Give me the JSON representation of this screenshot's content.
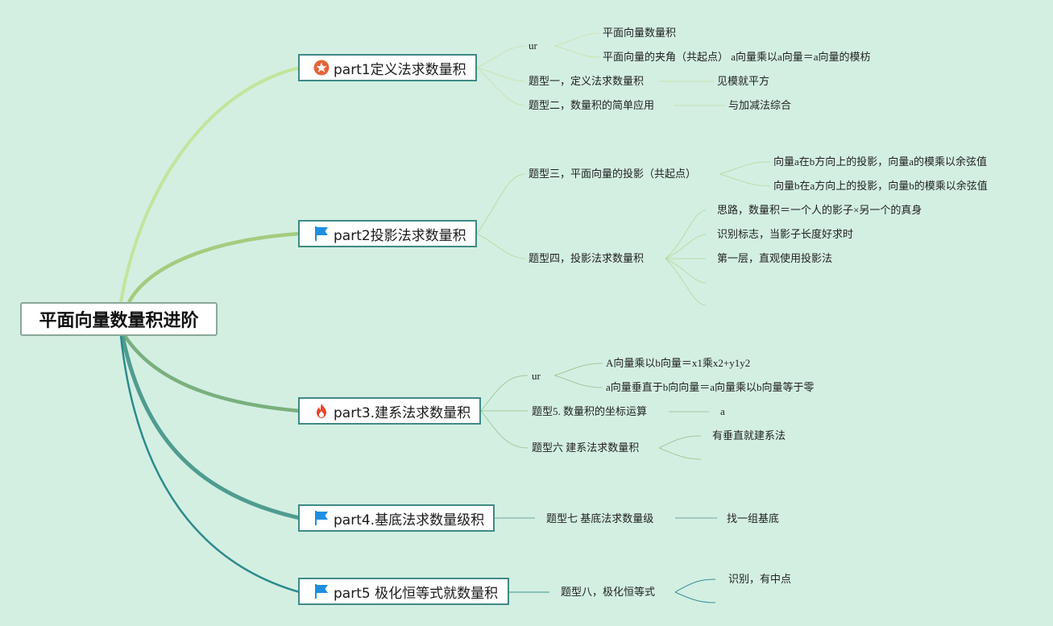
{
  "root": {
    "label": "平面向量数量积进阶"
  },
  "parts": [
    {
      "label": "part1定义法求数量积",
      "icon": "star-icon",
      "topics": [
        {
          "label": "ur",
          "children": [
            "平面向量数量积",
            "平面向量的夹角（共起点） a向量乘以a向量＝a向量的模枋"
          ]
        },
        {
          "label": "题型一，定义法求数量积",
          "children": [
            "见模就平方"
          ]
        },
        {
          "label": "题型二，数量积的简单应用",
          "children": [
            "与加减法综合"
          ]
        }
      ]
    },
    {
      "label": "part2投影法求数量积",
      "icon": "flag-icon",
      "topics": [
        {
          "label": "题型三，平面向量的投影（共起点）",
          "children": [
            "向量a在b方向上的投影，向量a的模乘以余弦值",
            "向量b在a方向上的投影，向量b的模乘以余弦值"
          ]
        },
        {
          "label": "题型四，投影法求数量积",
          "children": [
            "思路，数量积＝一个人的影子×另一个的真身",
            "识别标志，当影子长度好求时",
            "第一层，直观使用投影法",
            "",
            ""
          ]
        }
      ]
    },
    {
      "label": "part3.建系法求数量积",
      "icon": "fire-icon",
      "topics": [
        {
          "label": "ur",
          "children": [
            "A向量乘以b向量＝x1乘x2+y1y2",
            "a向量垂直于b向向量＝a向量乘以b向量等于零"
          ]
        },
        {
          "label": "题型5. 数量积的坐标运算",
          "children": [
            "a"
          ]
        },
        {
          "label": "题型六 建系法求数量积",
          "children": [
            "有垂直就建系法",
            ""
          ]
        }
      ]
    },
    {
      "label": "part4.基底法求数量级积",
      "icon": "flag-icon",
      "topics": [
        {
          "label": "题型七 基底法求数量级",
          "children": [
            "找一组基底"
          ]
        }
      ]
    },
    {
      "label": "part5 极化恒等式就数量积",
      "icon": "flag-icon",
      "topics": [
        {
          "label": "题型八，极化恒等式",
          "children": [
            "识别，有中点",
            ""
          ]
        }
      ]
    }
  ],
  "colors": {
    "background": "#d3efe2",
    "branch1": "#c2e59b",
    "branch2": "#a3cc7e",
    "branch3": "#79b07e",
    "branch4": "#4f9c90",
    "branch5": "#2d8a8c",
    "star": "#e5643a",
    "flag": "#1e8ee0",
    "fire": "#e8432a"
  }
}
